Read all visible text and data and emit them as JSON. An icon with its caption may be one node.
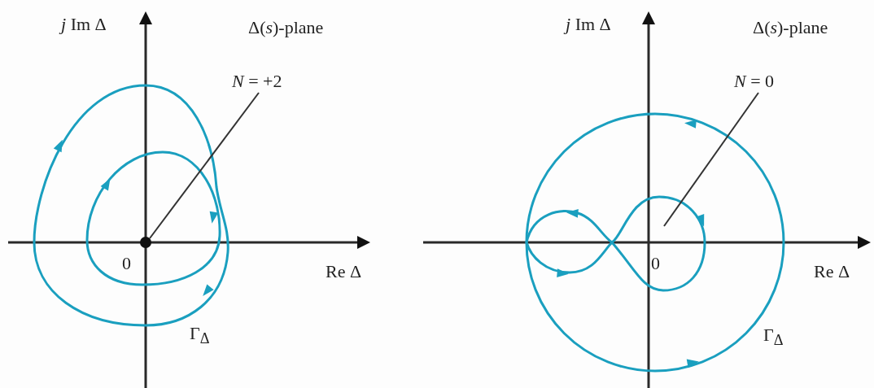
{
  "diagram": {
    "nodes": [
      {
        "text": [
          "*N* = +2"
        ]
      },
      {
        "text": [],
        "shape": "circle"
      },
      {
        "text": [
          "*N* = 0"
        ]
      }
    ],
    "edges": [
      {
        "from": 0,
        "to": 1,
        "arrow": "none"
      },
      {
        "from": 2,
        "to": null,
        "arrow": "none"
      }
    ],
    "labels": [
      "*j* Im Δ",
      "Δ(*s*)-plane",
      "0",
      "Re Δ",
      "Γ$_{Δ}$",
      "*j* Im Δ",
      "Δ(*s*)-plane",
      "0",
      "Re Δ",
      "Γ$_{Δ}$"
    ]
  }
}
